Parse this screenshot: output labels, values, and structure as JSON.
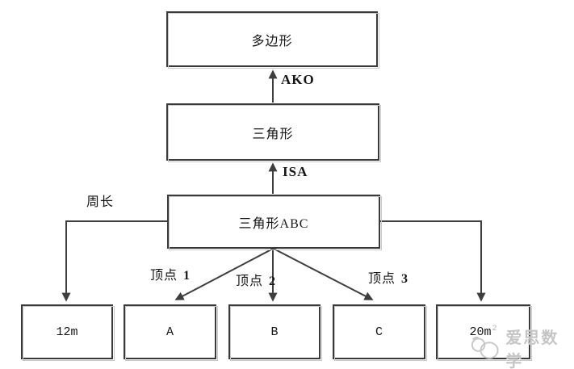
{
  "diagram": {
    "title_hint": "semantic-network of triangle ABC",
    "nodes": {
      "polygon": "多边形",
      "triangle": "三角形",
      "triangle_abc": "三角形ABC",
      "perimeter_value": "12m",
      "vertex_a": "A",
      "vertex_b": "B",
      "vertex_c": "C",
      "area_value": "20m",
      "area_value_sup": "2"
    },
    "edges": {
      "ako_label": "AKO",
      "isa_label": "ISA",
      "perimeter_label": "周长",
      "vertex_labels": [
        {
          "text": "顶点",
          "num": "1"
        },
        {
          "text": "顶点",
          "num": "2"
        },
        {
          "text": "顶点",
          "num": "3"
        }
      ]
    },
    "colors": {
      "line": "#3e3e3e",
      "box_border": "#3a3a3a",
      "box_shadow_line": "#c9c9c9",
      "text": "#161616",
      "watermark": "#c5c5c5"
    }
  },
  "watermark": {
    "text": "爱思数学"
  }
}
